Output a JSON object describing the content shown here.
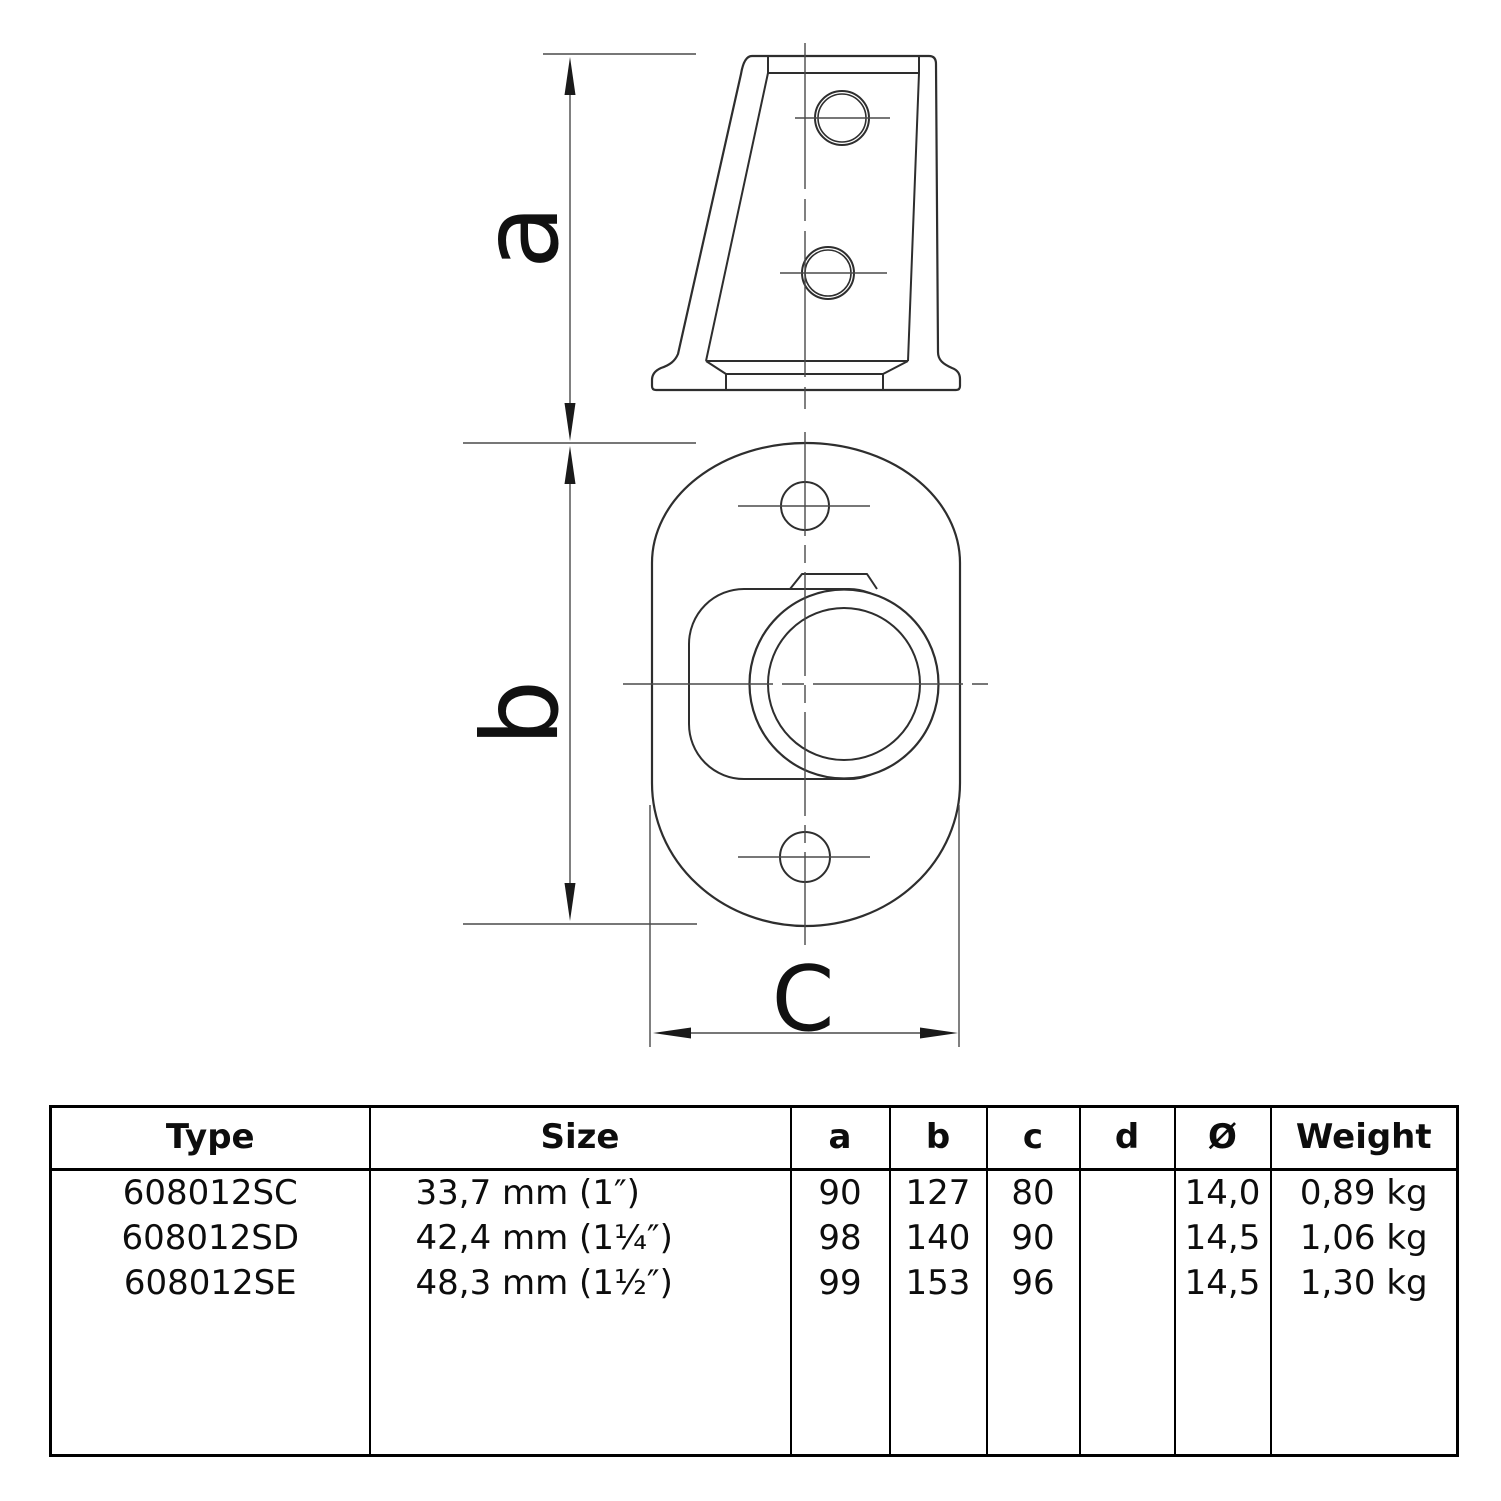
{
  "drawing": {
    "labels": {
      "a": "a",
      "b": "b",
      "c": "C"
    }
  },
  "table": {
    "headers": {
      "type": "Type",
      "size": "Size",
      "a": "a",
      "b": "b",
      "c": "c",
      "d": "d",
      "diameter": "Ø",
      "weight": "Weight"
    },
    "rows": [
      {
        "type": "608012SC",
        "size": "33,7 mm (1″)",
        "a": "90",
        "b": "127",
        "c": "80",
        "d": "",
        "diameter": "14,0",
        "weight": "0,89 kg"
      },
      {
        "type": "608012SD",
        "size": "42,4 mm (1¼″)",
        "a": "98",
        "b": "140",
        "c": "90",
        "d": "",
        "diameter": "14,5",
        "weight": "1,06 kg"
      },
      {
        "type": "608012SE",
        "size": "48,3 mm (1½″)",
        "a": "99",
        "b": "153",
        "c": "96",
        "d": "",
        "diameter": "14,5",
        "weight": "1,30 kg"
      }
    ]
  },
  "colors": {
    "outline": "#2e2e2e",
    "thin_line": "#4a4a4a",
    "text": "#111111"
  }
}
